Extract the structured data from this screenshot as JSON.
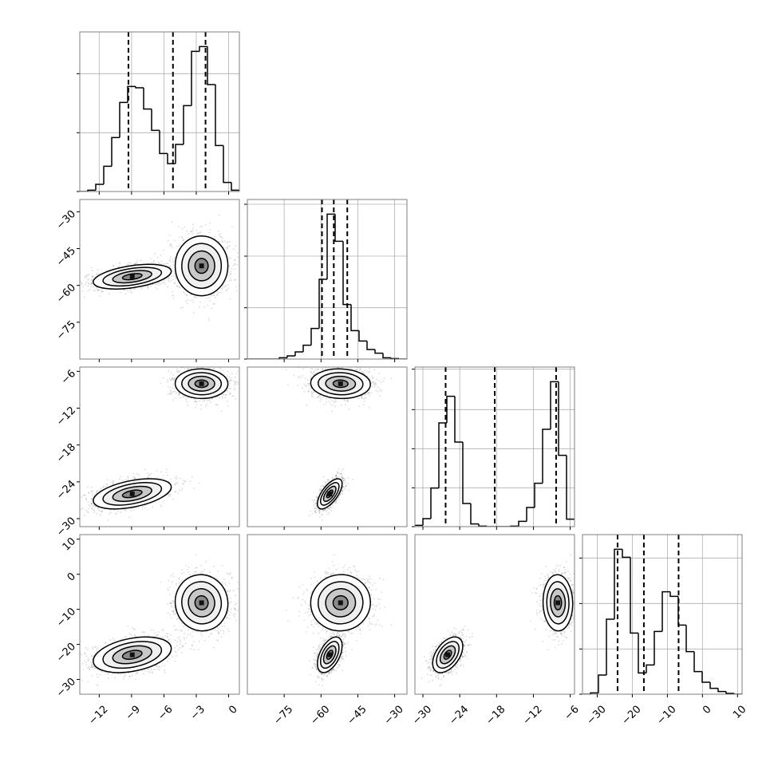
{
  "chart_data": {
    "type": "corner",
    "title": "",
    "params": [
      {
        "range": [
          -13.8,
          1.0
        ],
        "ticks": [
          -12,
          -9,
          -6,
          -3,
          0
        ],
        "tick_labels": [
          "−12",
          "−9",
          "−6",
          "−3",
          "0"
        ],
        "quantiles": [
          -9.29,
          -5.16,
          -2.14
        ],
        "hist_counts": [
          0,
          5,
          27,
          95,
          203,
          335,
          395,
          390,
          310,
          230,
          143,
          105,
          177,
          323,
          527,
          545,
          402,
          173,
          34,
          5
        ],
        "hist_ylim": [
          0,
          600
        ],
        "hist_yticks": [
          0,
          221,
          443
        ]
      },
      {
        "range": [
          -90,
          -25
        ],
        "ticks": [
          -75,
          -60,
          -45,
          -30
        ],
        "tick_labels": [
          "−75",
          "−60",
          "−45",
          "−30"
        ],
        "quantiles": [
          -59.6,
          -54.8,
          -49.3
        ],
        "hist_counts": [
          0,
          0,
          0,
          0,
          5,
          12,
          27,
          52,
          115,
          300,
          545,
          443,
          205,
          107,
          68,
          36,
          22,
          5,
          2,
          0
        ],
        "hist_ylim": [
          0,
          600
        ],
        "hist_yticks": [
          0,
          193,
          387,
          582
        ]
      },
      {
        "range": [
          -31.3,
          -5.3
        ],
        "ticks": [
          -30,
          -24,
          -18,
          -12,
          -6
        ],
        "tick_labels": [
          "−30",
          "−24",
          "−18",
          "−12",
          "−6"
        ],
        "quantiles": [
          -26.3,
          -18.3,
          -8.3
        ],
        "hist_counts": [
          5,
          30,
          145,
          390,
          490,
          318,
          87,
          10,
          2,
          0,
          0,
          0,
          2,
          20,
          72,
          163,
          366,
          545,
          268,
          28
        ],
        "hist_ylim": [
          0,
          600
        ],
        "hist_yticks": [
          0,
          146,
          293,
          440,
          592
        ]
      },
      {
        "range": [
          -34.2,
          11.3
        ],
        "ticks": [
          -30,
          -20,
          -10,
          0,
          10
        ],
        "tick_labels": [
          "−30",
          "−20",
          "−10",
          "0",
          "10"
        ],
        "quantiles": [
          -24.2,
          -16.7,
          -6.8
        ],
        "hist_counts": [
          0,
          5,
          72,
          282,
          545,
          515,
          230,
          80,
          110,
          236,
          385,
          368,
          260,
          160,
          85,
          45,
          22,
          10,
          3,
          0
        ],
        "hist_ylim": [
          0,
          600
        ],
        "hist_yticks": [
          0,
          170,
          341,
          512
        ]
      }
    ],
    "components": [
      {
        "weight": 0.5,
        "mean": [
          -9,
          -56.5,
          -26,
          -23
        ],
        "std": [
          1.8,
          2.5,
          1.2,
          2.5
        ],
        "shared_loading": [
          0.5,
          0.8,
          0.8,
          0.6
        ]
      },
      {
        "weight": 0.5,
        "mean": [
          -2.5,
          -52,
          -8,
          -8
        ],
        "std": [
          1.2,
          6,
          1.2,
          4
        ],
        "shared_loading": [
          0,
          0,
          0,
          0
        ]
      }
    ],
    "contour_levels_sigma": [
      0.5,
      1.0,
      1.5,
      2.0
    ],
    "grid": true
  },
  "colors": {
    "frame": "#7f7f7f",
    "grid": "#b0b0b0",
    "line": "#000000",
    "points": "#6e6e6e"
  }
}
